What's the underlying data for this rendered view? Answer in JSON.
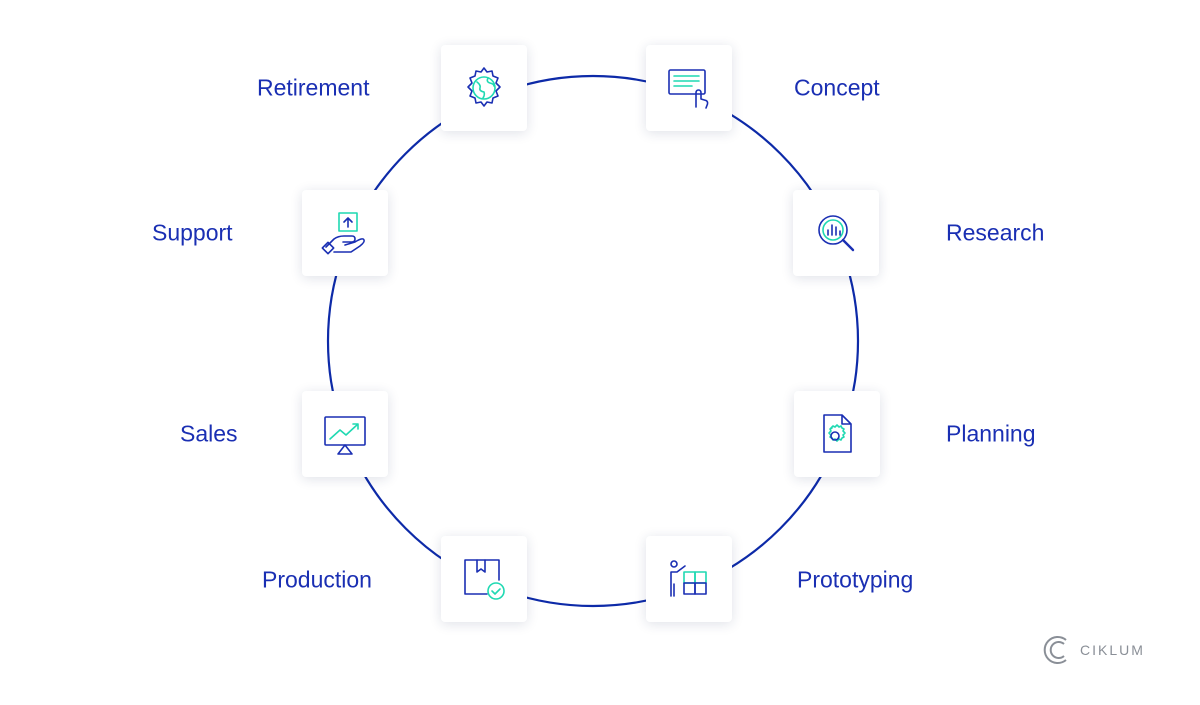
{
  "colors": {
    "ring": "#0d2aa8",
    "label": "#1a2fb3",
    "icon_outline": "#1a2fb3",
    "icon_accent": "#1fd9b2",
    "logo": "#8a8f97"
  },
  "stages": [
    {
      "id": "retirement",
      "label": "Retirement",
      "icon": "globe-gear-icon"
    },
    {
      "id": "concept",
      "label": "Concept",
      "icon": "touch-screen-icon"
    },
    {
      "id": "research",
      "label": "Research",
      "icon": "magnifier-chart-icon"
    },
    {
      "id": "planning",
      "label": "Planning",
      "icon": "gear-document-icon"
    },
    {
      "id": "prototyping",
      "label": "Prototyping",
      "icon": "presenter-board-icon"
    },
    {
      "id": "production",
      "label": "Production",
      "icon": "box-check-icon"
    },
    {
      "id": "sales",
      "label": "Sales",
      "icon": "monitor-growth-icon"
    },
    {
      "id": "support",
      "label": "Support",
      "icon": "hand-upload-icon"
    }
  ],
  "logo": {
    "text": "CIKLUM",
    "icon": "ciklum-logo-icon"
  }
}
